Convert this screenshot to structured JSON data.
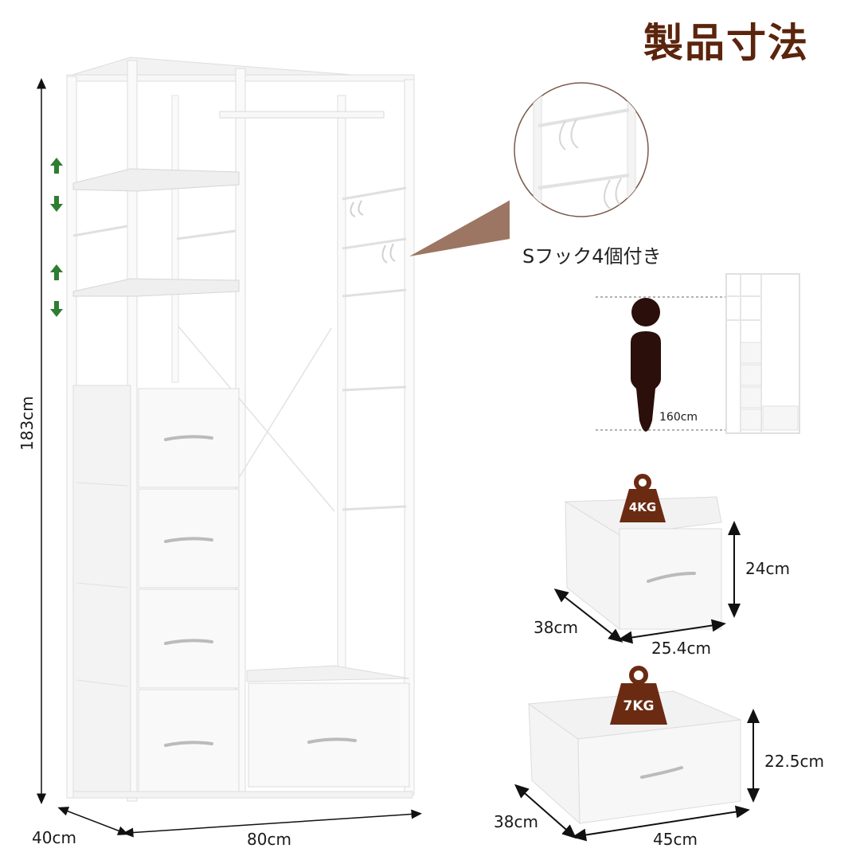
{
  "title": "製品寸法",
  "main_product": {
    "height_label": "183cm",
    "depth_label": "40cm",
    "width_label": "80cm",
    "adjustable_shelf_arrows": [
      "up-arrow",
      "down-arrow",
      "up-arrow",
      "down-arrow"
    ],
    "arrow_color": "#2e7d32",
    "drawers_left_column": 4,
    "drawers_bottom_right": 1
  },
  "hook_detail": {
    "caption": "Sフック4個付き",
    "callout_color": "#8b5e48"
  },
  "height_comparison": {
    "person_height_label": "160cm",
    "person_color": "#2a0f0a"
  },
  "small_drawer": {
    "weight_badge": "4KG",
    "height_label": "24cm",
    "depth_label": "38cm",
    "width_label": "25.4cm"
  },
  "large_drawer": {
    "weight_badge": "7KG",
    "height_label": "22.5cm",
    "depth_label": "38cm",
    "width_label": "45cm"
  },
  "colors": {
    "title": "#5b240c",
    "weight_badge": "#6b2b12",
    "frame": "#f4f4f4",
    "frame_edge": "#d8d8d8"
  }
}
